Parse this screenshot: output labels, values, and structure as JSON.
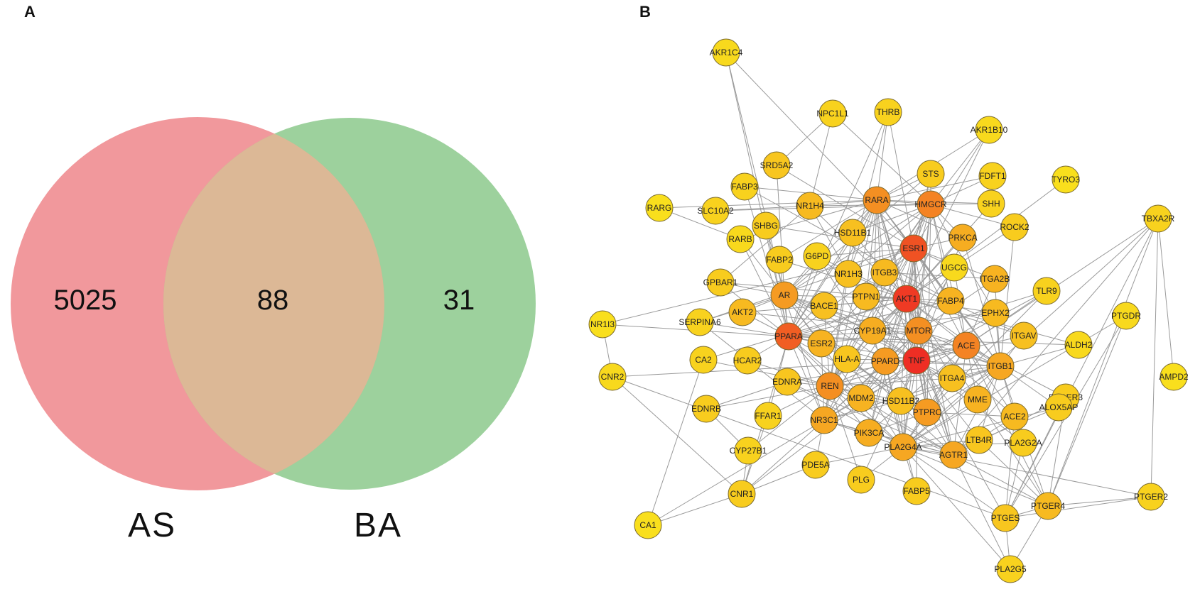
{
  "panels": {
    "a_label": "A",
    "b_label": "B"
  },
  "venn": {
    "set_a": {
      "label": "AS",
      "only_count": "5025",
      "color": "#ef8a8e"
    },
    "set_b": {
      "label": "BA",
      "only_count": "31",
      "color": "#8fcb8f"
    },
    "intersection": {
      "count": "88",
      "color": "#dcb896"
    }
  },
  "network": {
    "node_colors": {
      "low": "#f9e51c",
      "mid": "#f6a722",
      "high": "#ee2e24"
    },
    "nodes": [
      {
        "id": "AKR1C4",
        "label": "AKR1C4",
        "degree": 0.1
      },
      {
        "id": "NPC1L1",
        "label": "NPC1L1",
        "degree": 0.15
      },
      {
        "id": "THRB",
        "label": "THRB",
        "degree": 0.15
      },
      {
        "id": "AKR1B10",
        "label": "AKR1B10",
        "degree": 0.1
      },
      {
        "id": "TYRO3",
        "label": "TYRO3",
        "degree": 0.05
      },
      {
        "id": "SRD5A2",
        "label": "SRD5A2",
        "degree": 0.25
      },
      {
        "id": "STS",
        "label": "STS",
        "degree": 0.2
      },
      {
        "id": "FDFT1",
        "label": "FDFT1",
        "degree": 0.15
      },
      {
        "id": "FABP3",
        "label": "FABP3",
        "degree": 0.15
      },
      {
        "id": "RARA",
        "label": "RARA",
        "degree": 0.6
      },
      {
        "id": "HMGCR",
        "label": "HMGCR",
        "degree": 0.65
      },
      {
        "id": "SHH",
        "label": "SHH",
        "degree": 0.15
      },
      {
        "id": "RARG",
        "label": "RARG",
        "degree": 0.05
      },
      {
        "id": "SLC10A2",
        "label": "SLC10A2",
        "degree": 0.15
      },
      {
        "id": "NR1H4",
        "label": "NR1H4",
        "degree": 0.35
      },
      {
        "id": "TBXA2R",
        "label": "TBXA2R",
        "degree": 0.15
      },
      {
        "id": "ROCK2",
        "label": "ROCK2",
        "degree": 0.2
      },
      {
        "id": "SHBG",
        "label": "SHBG",
        "degree": 0.2
      },
      {
        "id": "HSD11B1",
        "label": "HSD11B1",
        "degree": 0.3
      },
      {
        "id": "PRKCA",
        "label": "PRKCA",
        "degree": 0.45
      },
      {
        "id": "RARB",
        "label": "RARB",
        "degree": 0.1
      },
      {
        "id": "ESR1",
        "label": "ESR1",
        "degree": 0.85
      },
      {
        "id": "G6PD",
        "label": "G6PD",
        "degree": 0.15
      },
      {
        "id": "FABP2",
        "label": "FABP2",
        "degree": 0.2
      },
      {
        "id": "UGCG",
        "label": "UGCG",
        "degree": 0.1
      },
      {
        "id": "NR1H3",
        "label": "NR1H3",
        "degree": 0.3
      },
      {
        "id": "ITGB3",
        "label": "ITGB3",
        "degree": 0.35
      },
      {
        "id": "ITGA2B",
        "label": "ITGA2B",
        "degree": 0.4
      },
      {
        "id": "GPBAR1",
        "label": "GPBAR1",
        "degree": 0.2
      },
      {
        "id": "TLR9",
        "label": "TLR9",
        "degree": 0.15
      },
      {
        "id": "AR",
        "label": "AR",
        "degree": 0.55
      },
      {
        "id": "AKT1",
        "label": "AKT1",
        "degree": 0.95
      },
      {
        "id": "FABP4",
        "label": "FABP4",
        "degree": 0.4
      },
      {
        "id": "PTGDR",
        "label": "PTGDR",
        "degree": 0.1
      },
      {
        "id": "AKT2",
        "label": "AKT2",
        "degree": 0.35
      },
      {
        "id": "BACE1",
        "label": "BACE1",
        "degree": 0.3
      },
      {
        "id": "PTPN1",
        "label": "PTPN1",
        "degree": 0.35
      },
      {
        "id": "EPHX2",
        "label": "EPHX2",
        "degree": 0.35
      },
      {
        "id": "NR1I3",
        "label": "NR1I3",
        "degree": 0.05
      },
      {
        "id": "SERPINA6",
        "label": "SERPINA6",
        "degree": 0.15
      },
      {
        "id": "CYP19A1",
        "label": "CYP19A1",
        "degree": 0.45
      },
      {
        "id": "MTOR",
        "label": "MTOR",
        "degree": 0.6
      },
      {
        "id": "ITGAV",
        "label": "ITGAV",
        "degree": 0.3
      },
      {
        "id": "ALDH2",
        "label": "ALDH2",
        "degree": 0.1
      },
      {
        "id": "PPARA",
        "label": "PPARA",
        "degree": 0.8
      },
      {
        "id": "ESR2",
        "label": "ESR2",
        "degree": 0.4
      },
      {
        "id": "ACE",
        "label": "ACE",
        "degree": 0.65
      },
      {
        "id": "CA2",
        "label": "CA2",
        "degree": 0.15
      },
      {
        "id": "HCAR2",
        "label": "HCAR2",
        "degree": 0.2
      },
      {
        "id": "HLA-A",
        "label": "HLA-A",
        "degree": 0.25
      },
      {
        "id": "PPARD",
        "label": "PPARD",
        "degree": 0.55
      },
      {
        "id": "TNF",
        "label": "TNF",
        "degree": 1.0
      },
      {
        "id": "ITGB1",
        "label": "ITGB1",
        "degree": 0.5
      },
      {
        "id": "CNR2",
        "label": "CNR2",
        "degree": 0.1
      },
      {
        "id": "EDNRA",
        "label": "EDNRA",
        "degree": 0.25
      },
      {
        "id": "AMPD2",
        "label": "AMPD2",
        "degree": 0.05
      },
      {
        "id": "REN",
        "label": "REN",
        "degree": 0.6
      },
      {
        "id": "ITGA4",
        "label": "ITGA4",
        "degree": 0.3
      },
      {
        "id": "PTGER3",
        "label": "PTGER3",
        "degree": 0.2
      },
      {
        "id": "MDM2",
        "label": "MDM2",
        "degree": 0.4
      },
      {
        "id": "HSD11B2",
        "label": "HSD11B2",
        "degree": 0.3
      },
      {
        "id": "MME",
        "label": "MME",
        "degree": 0.4
      },
      {
        "id": "EDNRB",
        "label": "EDNRB",
        "degree": 0.2
      },
      {
        "id": "ALOX5AP",
        "label": "ALOX5AP",
        "degree": 0.2
      },
      {
        "id": "PTPRC",
        "label": "PTPRC",
        "degree": 0.55
      },
      {
        "id": "ACE2",
        "label": "ACE2",
        "degree": 0.35
      },
      {
        "id": "FFAR1",
        "label": "FFAR1",
        "degree": 0.15
      },
      {
        "id": "NR3C1",
        "label": "NR3C1",
        "degree": 0.5
      },
      {
        "id": "PIK3CA",
        "label": "PIK3CA",
        "degree": 0.45
      },
      {
        "id": "PLA2G4A",
        "label": "PLA2G4A",
        "degree": 0.5
      },
      {
        "id": "LTB4R",
        "label": "LTB4R",
        "degree": 0.25
      },
      {
        "id": "PLA2G2A",
        "label": "PLA2G2A",
        "degree": 0.2
      },
      {
        "id": "AGTR1",
        "label": "AGTR1",
        "degree": 0.5
      },
      {
        "id": "CYP27B1",
        "label": "CYP27B1",
        "degree": 0.15
      },
      {
        "id": "PDE5A",
        "label": "PDE5A",
        "degree": 0.2
      },
      {
        "id": "PLG",
        "label": "PLG",
        "degree": 0.2
      },
      {
        "id": "FABP5",
        "label": "FABP5",
        "degree": 0.2
      },
      {
        "id": "PTGER2",
        "label": "PTGER2",
        "degree": 0.15
      },
      {
        "id": "CNR1",
        "label": "CNR1",
        "degree": 0.2
      },
      {
        "id": "PTGER4",
        "label": "PTGER4",
        "degree": 0.35
      },
      {
        "id": "PTGES",
        "label": "PTGES",
        "degree": 0.25
      },
      {
        "id": "CA1",
        "label": "CA1",
        "degree": 0.05
      },
      {
        "id": "PLA2G5",
        "label": "PLA2G5",
        "degree": 0.15
      }
    ]
  }
}
